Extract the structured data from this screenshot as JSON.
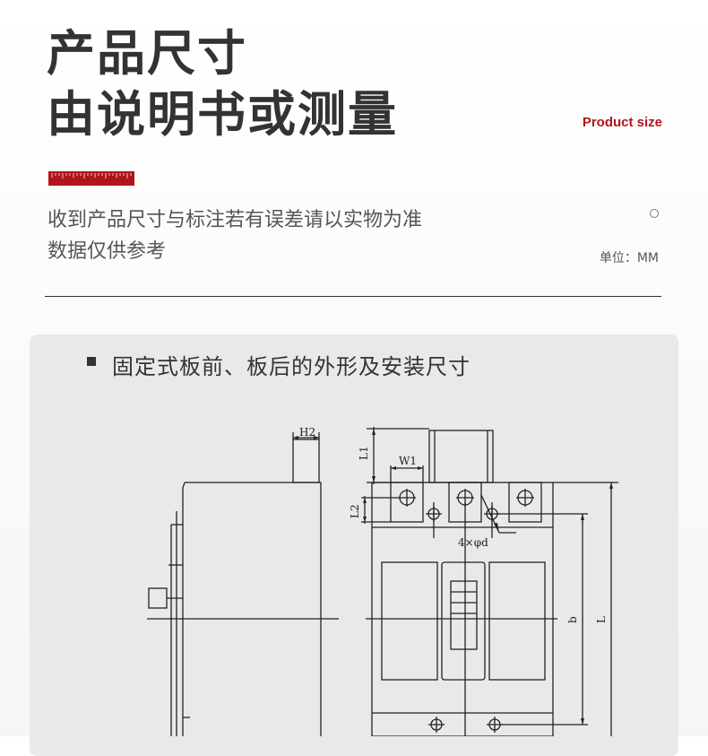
{
  "header": {
    "title_line1": "产品尺寸",
    "title_line2": "由说明书或测量",
    "subtitle_en": "Product size"
  },
  "notice": {
    "line1": "收到产品尺寸与标注若有误差请以实物为准",
    "line2": "数据仅供参考",
    "unit": "单位：MM"
  },
  "section": {
    "title": "固定式板前、板后的外形及安装尺寸"
  },
  "drawing_labels": {
    "h2": "H2",
    "l1": "L1",
    "w1": "W1",
    "l2": "L2",
    "hole_spec": "4×φd",
    "b": "b",
    "l": "L"
  },
  "colors": {
    "accent": "#b1151c",
    "panel": "#e9e9e9",
    "line": "#222222"
  }
}
